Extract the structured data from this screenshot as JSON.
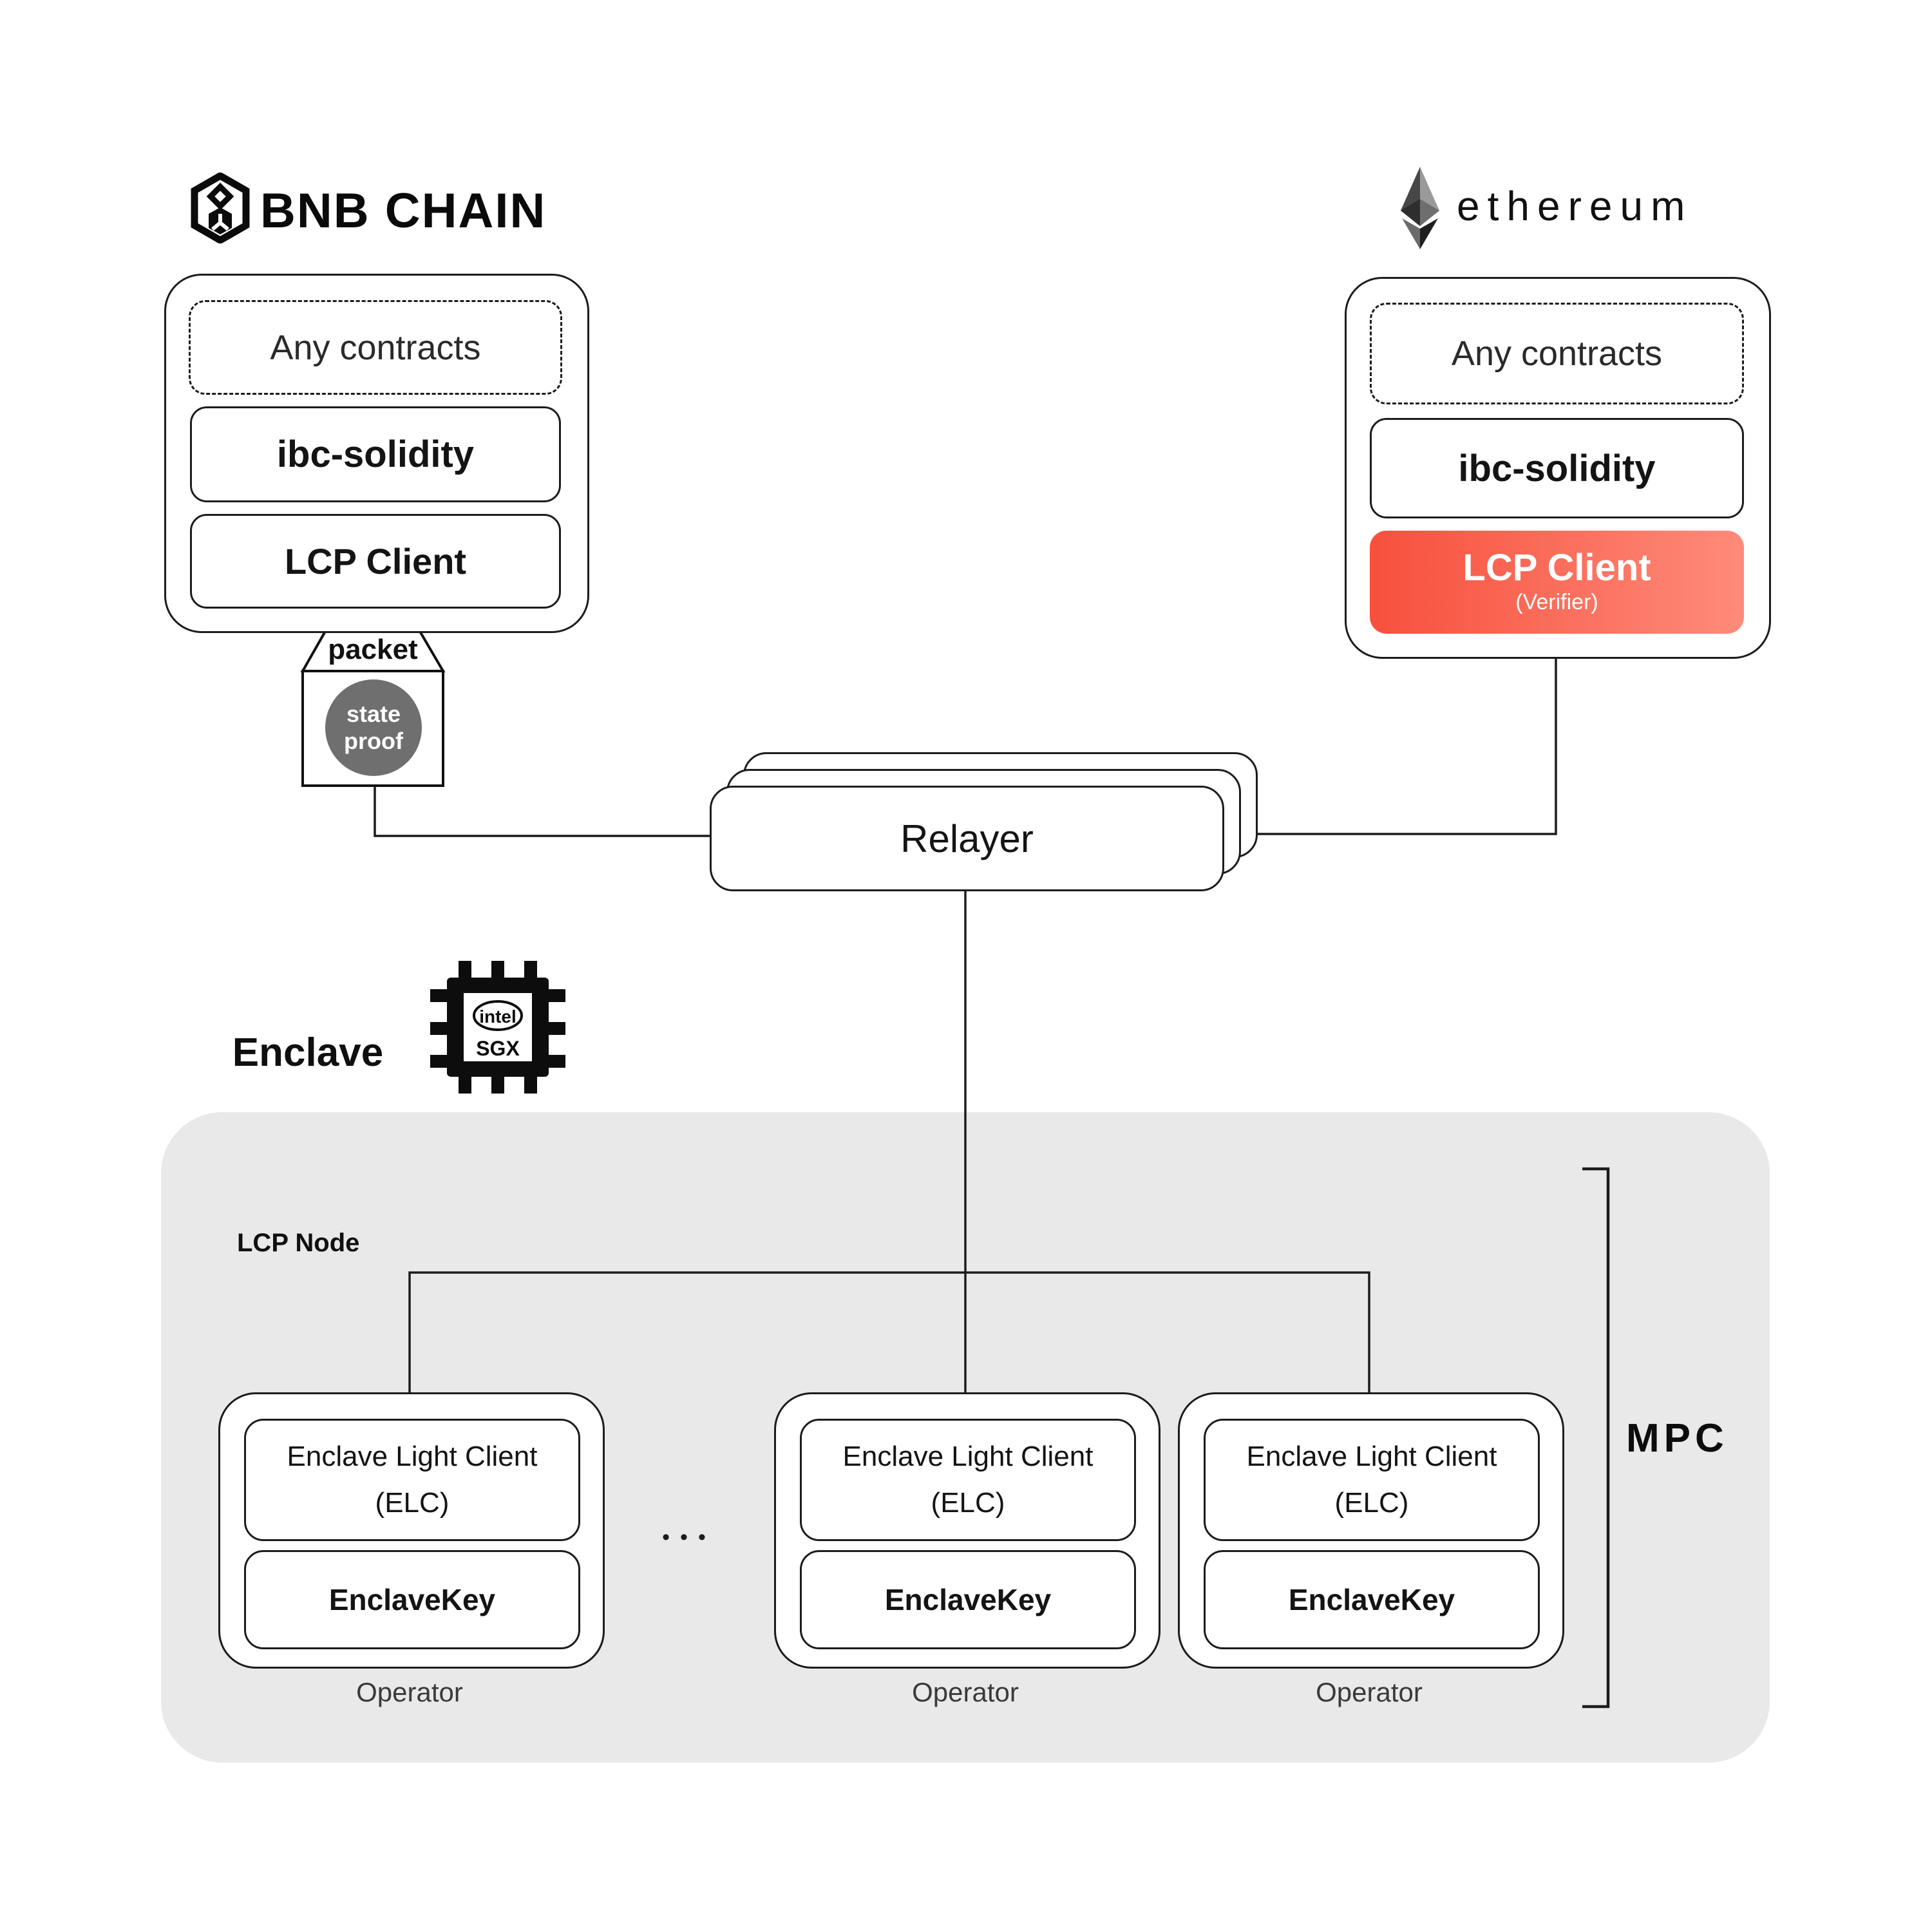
{
  "colors": {
    "line": "#1c1c1c",
    "panel_gray": "#e9e9e9",
    "proof_circle_gray": "#6f6f6f",
    "lcp_red_gradient_start": "#f7503d",
    "lcp_red_gradient_end": "#fe8b7a",
    "text": "#141414"
  },
  "bnb": {
    "brand": "BNB CHAIN",
    "any_contracts": "Any contracts",
    "ibc_solidity": "ibc-solidity",
    "lcp_client": "LCP Client"
  },
  "ethereum": {
    "brand": "ethereum",
    "any_contracts": "Any contracts",
    "ibc_solidity": "ibc-solidity",
    "lcp_client": "LCP Client",
    "lcp_client_sub": "(Verifier)"
  },
  "packet": {
    "label": "packet",
    "proof": [
      "state",
      "proof"
    ]
  },
  "relayer": {
    "label": "Relayer"
  },
  "enclave": {
    "label": "Enclave",
    "chip": {
      "brand": "intel",
      "model": "SGX"
    }
  },
  "lcp_node": {
    "label": "LCP Node",
    "ellipsis": "•••",
    "mpc": "MPC",
    "operators": [
      {
        "elc": [
          "Enclave Light Client",
          "(ELC)"
        ],
        "key": "EnclaveKey",
        "label": "Operator"
      },
      {
        "elc": [
          "Enclave Light Client",
          "(ELC)"
        ],
        "key": "EnclaveKey",
        "label": "Operator"
      },
      {
        "elc": [
          "Enclave Light Client",
          "(ELC)"
        ],
        "key": "EnclaveKey",
        "label": "Operator"
      }
    ]
  }
}
